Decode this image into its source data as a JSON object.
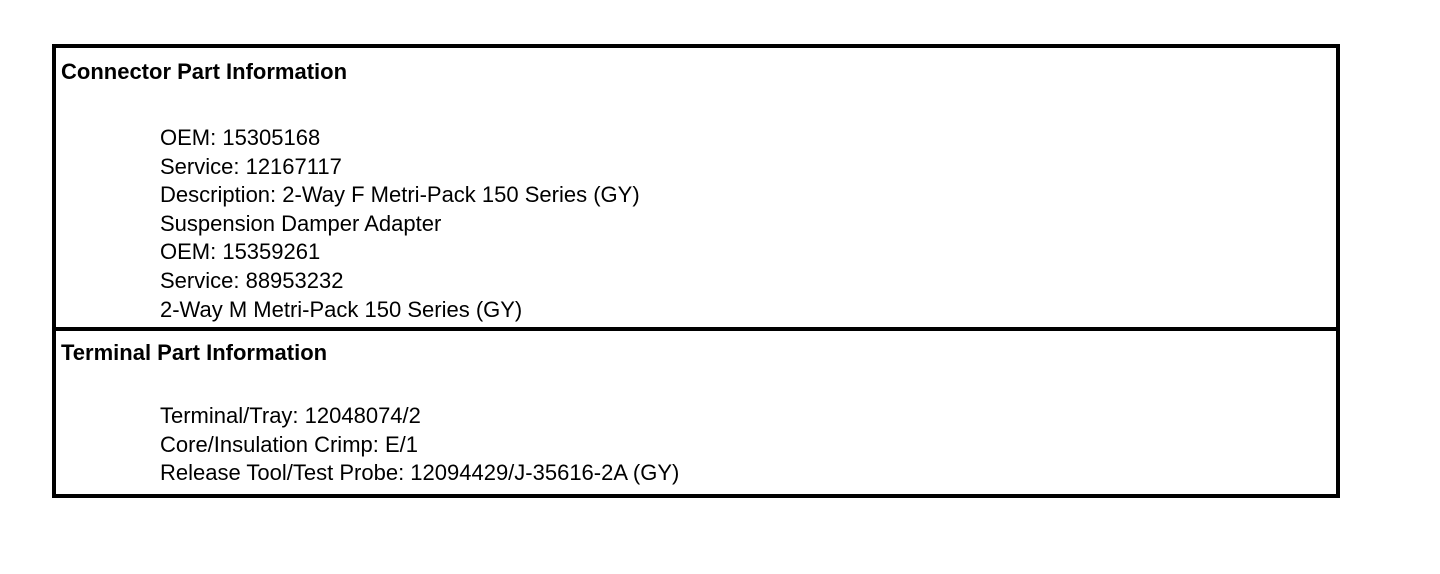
{
  "connector": {
    "title": "Connector Part Information",
    "lines": [
      "OEM: 15305168",
      "Service: 12167117",
      "Description: 2-Way F Metri-Pack 150 Series (GY)",
      "Suspension Damper Adapter",
      "OEM: 15359261",
      "Service: 88953232",
      "2-Way M Metri-Pack 150 Series (GY)"
    ]
  },
  "terminal": {
    "title": "Terminal Part Information",
    "lines": [
      "Terminal/Tray: 12048074/2",
      "Core/Insulation Crimp: E/1",
      "Release Tool/Test Probe: 12094429/J-35616-2A (GY)"
    ]
  }
}
